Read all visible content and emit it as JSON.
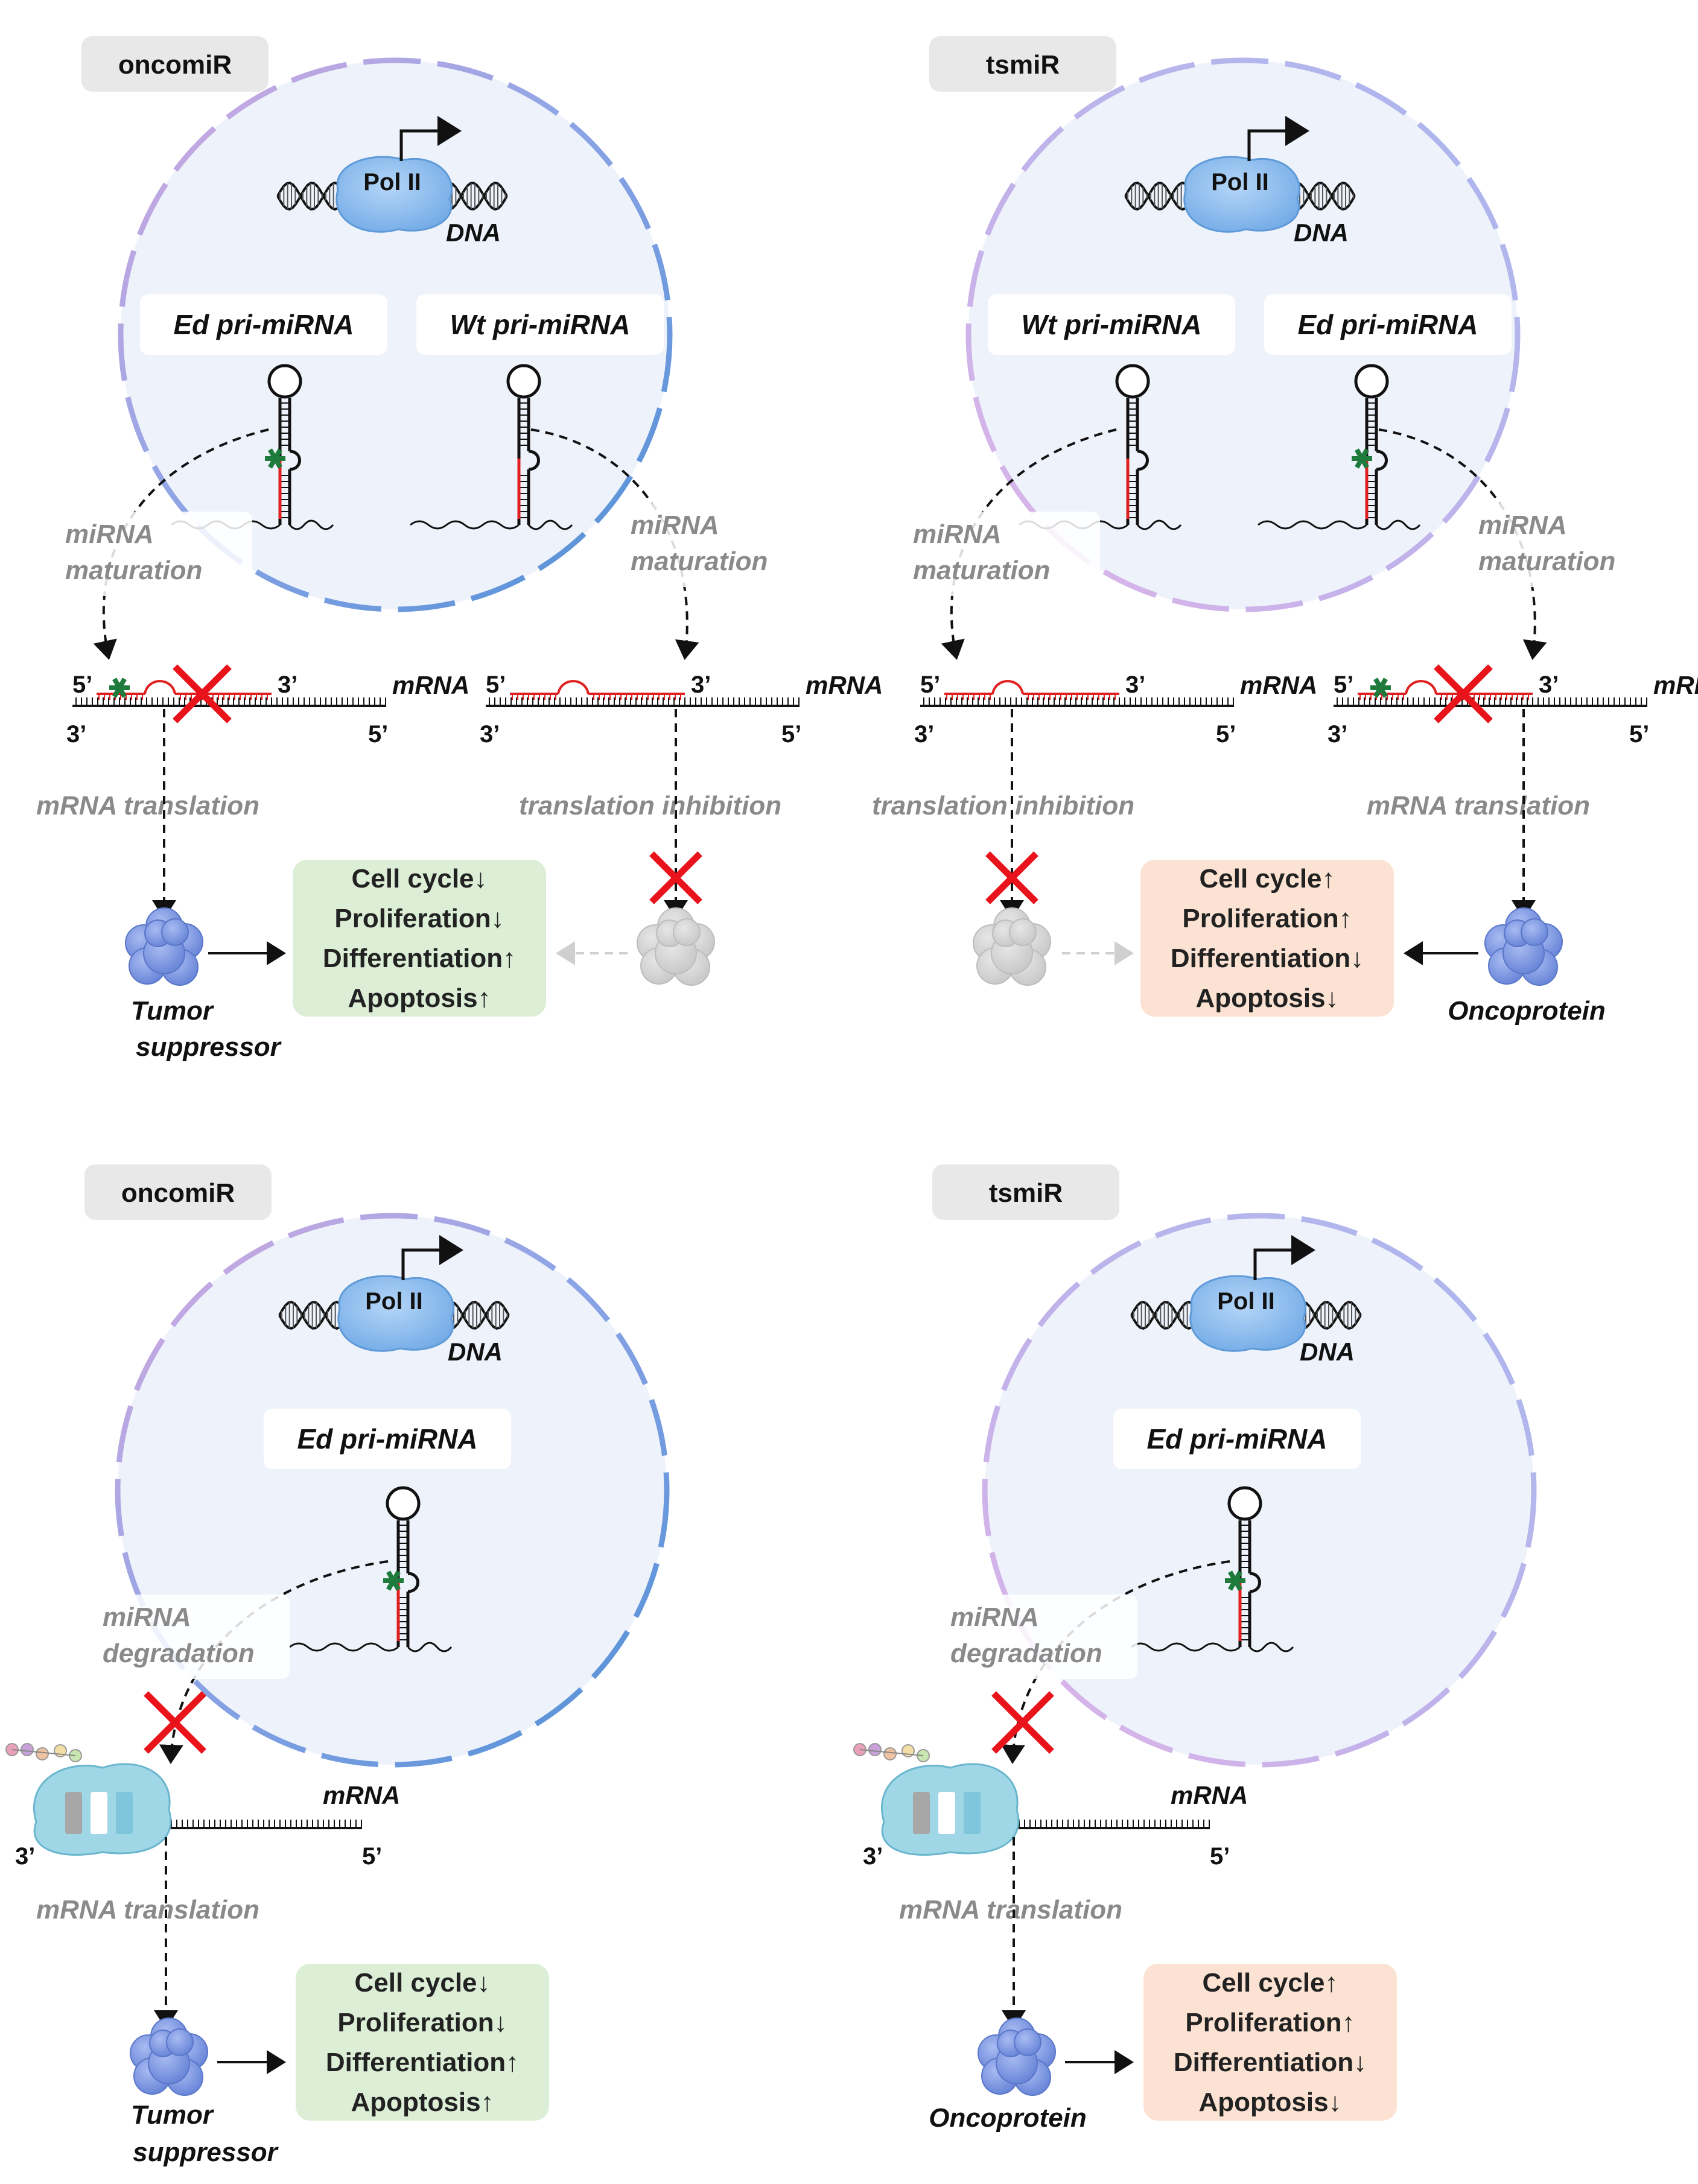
{
  "panels": [
    {
      "tag": "oncomiR",
      "pol": "Pol II",
      "dna": "DNA",
      "pri_left": "Ed pri-miRNA",
      "pri_right": "Wt pri-miRNA",
      "proc_left_1": "miRNA",
      "proc_left_2": "maturation",
      "proc_right_1": "miRNA",
      "proc_right_2": "maturation",
      "left_mrna": {
        "p5": "5’",
        "p3": "3’",
        "b3": "3’",
        "b5": "5’",
        "name": "mRNA"
      },
      "right_mrna": {
        "p5": "5’",
        "p3": "3’",
        "b3": "3’",
        "b5": "5’",
        "name": "mRNA"
      },
      "left_action": "mRNA translation",
      "right_action": "translation inhibition",
      "effects": [
        "Cell cycle↓",
        "Proliferation↓",
        "Differentiation↑",
        "Apoptosis↑"
      ],
      "protein_1": "Tumor",
      "protein_2": "suppressor"
    },
    {
      "tag": "tsmiR",
      "pol": "Pol II",
      "dna": "DNA",
      "pri_left": "Wt pri-miRNA",
      "pri_right": "Ed pri-miRNA",
      "proc_left_1": "miRNA",
      "proc_left_2": "maturation",
      "proc_right_1": "miRNA",
      "proc_right_2": "maturation",
      "left_mrna": {
        "p5": "5’",
        "p3": "3’",
        "b3": "3’",
        "b5": "5’",
        "name": "mRNA"
      },
      "right_mrna": {
        "p5": "5’",
        "p3": "3’",
        "b3": "3’",
        "b5": "5’",
        "name": "mRNA"
      },
      "left_action": "translation inhibition",
      "right_action": "mRNA translation",
      "effects": [
        "Cell cycle↑",
        "Proliferation↑",
        "Differentiation↓",
        "Apoptosis↓"
      ],
      "protein_1": "Oncoprotein"
    },
    {
      "tag": "oncomiR",
      "pol": "Pol II",
      "dna": "DNA",
      "pri": "Ed pri-miRNA",
      "proc_1": "miRNA",
      "proc_2": "degradation",
      "mrna": {
        "name": "mRNA",
        "b3": "3’",
        "b5": "5’"
      },
      "action": "mRNA translation",
      "effects": [
        "Cell cycle↓",
        "Proliferation↓",
        "Differentiation↑",
        "Apoptosis↑"
      ],
      "protein_1": "Tumor",
      "protein_2": "suppressor"
    },
    {
      "tag": "tsmiR",
      "pol": "Pol II",
      "dna": "DNA",
      "pri": "Ed pri-miRNA",
      "proc_1": "miRNA",
      "proc_2": "degradation",
      "mrna": {
        "name": "mRNA",
        "b3": "3’",
        "b5": "5’"
      },
      "action": "mRNA translation",
      "effects": [
        "Cell cycle↑",
        "Proliferation↑",
        "Differentiation↓",
        "Apoptosis↓"
      ],
      "protein_1": "Oncoprotein"
    }
  ],
  "colors": {
    "nucleus_fill": "#eef3fb",
    "green_box": "#dcefd6",
    "orange_box": "#fce2d2",
    "tag_box": "#e8e8e8",
    "mirna_red": "#e02020",
    "cross_red": "#e8131b",
    "protein_blue": "#7f98e0",
    "protein_grey": "#d6d6d6",
    "asterisk_green": "#1e7b3c",
    "ribosome": "#9fd7e6"
  }
}
